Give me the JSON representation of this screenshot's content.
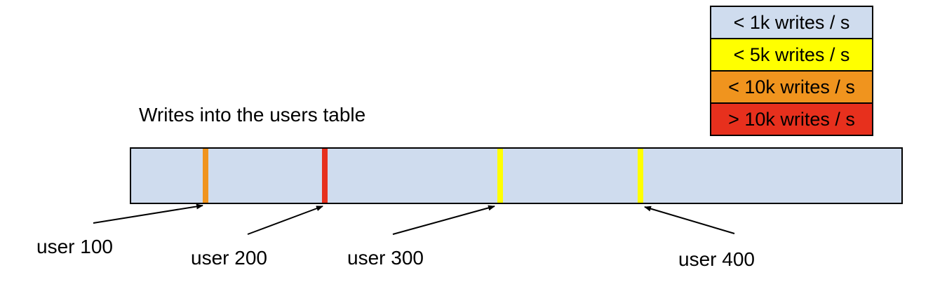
{
  "title": "Writes into the users table",
  "legend": {
    "items": [
      {
        "label": "< 1k writes / s",
        "color": "#cfdcee"
      },
      {
        "label": "< 5k writes / s",
        "color": "#ffff00"
      },
      {
        "label": "< 10k writes / s",
        "color": "#f0941e"
      },
      {
        "label": "> 10k writes / s",
        "color": "#e7301d"
      }
    ]
  },
  "table_band": {
    "fill": "#cfdcee",
    "border_color": "#000000",
    "stripes": [
      {
        "user": "user 100",
        "color": "#f0941e",
        "rate_class": "< 10k writes / s"
      },
      {
        "user": "user 200",
        "color": "#e7301d",
        "rate_class": "> 10k writes / s"
      },
      {
        "user": "user 300",
        "color": "#ffff00",
        "rate_class": "< 5k writes / s"
      },
      {
        "user": "user 400",
        "color": "#ffff00",
        "rate_class": "< 5k writes / s"
      }
    ]
  },
  "labels": [
    "user 100",
    "user 200",
    "user 300",
    "user 400"
  ]
}
